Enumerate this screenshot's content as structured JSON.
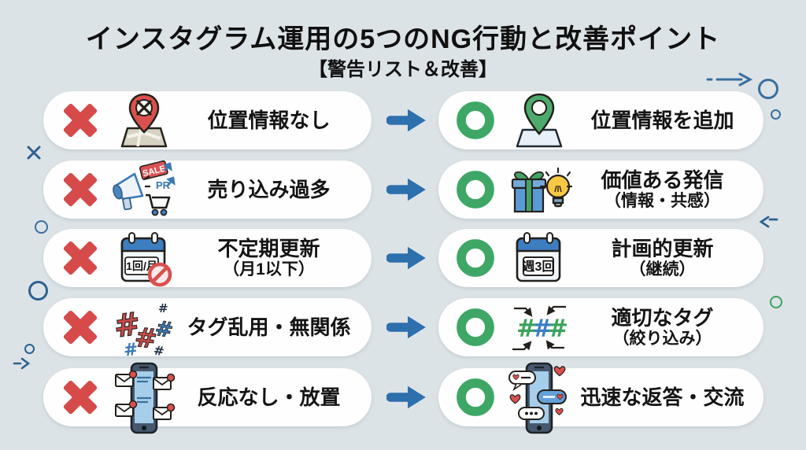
{
  "title": "インスタグラム運用の5つのNG行動と改善ポイント",
  "subtitle": "【警告リスト＆改善】",
  "colors": {
    "background": "#dce3e6",
    "pill": "#fefefe",
    "ng_red": "#d64a4a",
    "ok_green": "#3ea766",
    "arrow_blue": "#2e6fae",
    "doodle_blue": "#3a6f9f",
    "doodle_green": "#3aa35c"
  },
  "icon_texts": {
    "sale_tag": "SALE",
    "pr_label": "PR",
    "calendar_irregular": "1回/月",
    "calendar_planned": "週3回",
    "hash": "#"
  },
  "rows": [
    {
      "ng": {
        "icon": "map-pin-no-location",
        "label": "位置情報なし",
        "sub": ""
      },
      "ok": {
        "icon": "map-pin-location",
        "label": "位置情報を追加",
        "sub": ""
      }
    },
    {
      "ng": {
        "icon": "megaphone-sale-cart",
        "label": "売り込み過多",
        "sub": ""
      },
      "ok": {
        "icon": "gift-lightbulb",
        "label": "価値ある発信",
        "sub": "（情報・共感）"
      }
    },
    {
      "ng": {
        "icon": "calendar-prohibited",
        "label": "不定期更新",
        "sub": "（月1以下）"
      },
      "ok": {
        "icon": "calendar-weekly",
        "label": "計画的更新",
        "sub": "（継続）"
      }
    },
    {
      "ng": {
        "icon": "hashtags-scattered",
        "label": "タグ乱用・無関係",
        "sub": ""
      },
      "ok": {
        "icon": "hashtags-focused",
        "label": "適切なタグ",
        "sub": "（絞り込み）"
      }
    },
    {
      "ng": {
        "icon": "phone-unread-messages",
        "label": "反応なし・放置",
        "sub": ""
      },
      "ok": {
        "icon": "phone-chat-hearts",
        "label": "迅速な返答・交流",
        "sub": ""
      }
    }
  ]
}
